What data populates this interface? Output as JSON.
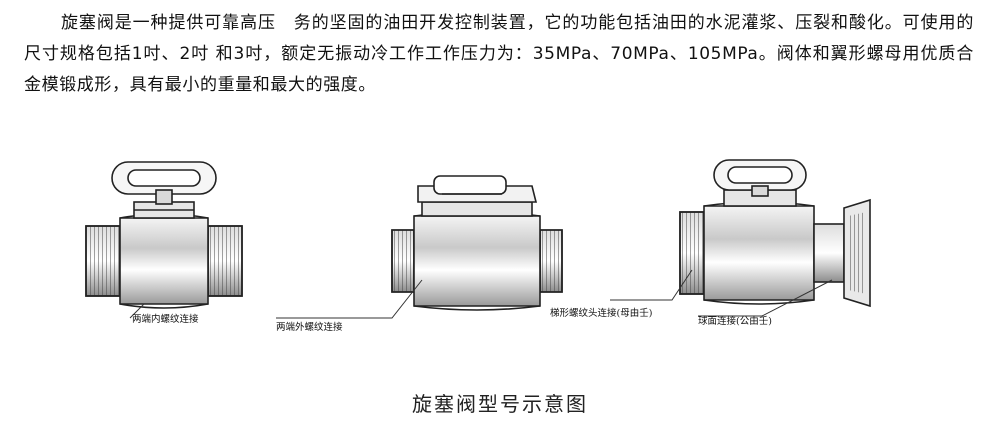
{
  "description": {
    "line1": "旋塞阀是一种提供可靠高压　务的坚固的油田开发控制装置，它的功能包括油田的水泥灌浆、压裂和酸化。可使用的尺寸规格包括1吋、2吋 和3吋，额定无振动冷工作工作压力为：35MPa、70MPa、105MPa。阀体和翼形螺母用优质合金模锻成形，具有最小的重量和最大的强度。"
  },
  "figure": {
    "labels": {
      "valve1": "两端内螺纹连接",
      "valve2": "两端外螺纹连接",
      "valve3a": "梯形螺纹头连接(母由壬)",
      "valve3b": "球面连接(公由壬)"
    },
    "caption": "旋塞阀型号示意图"
  }
}
